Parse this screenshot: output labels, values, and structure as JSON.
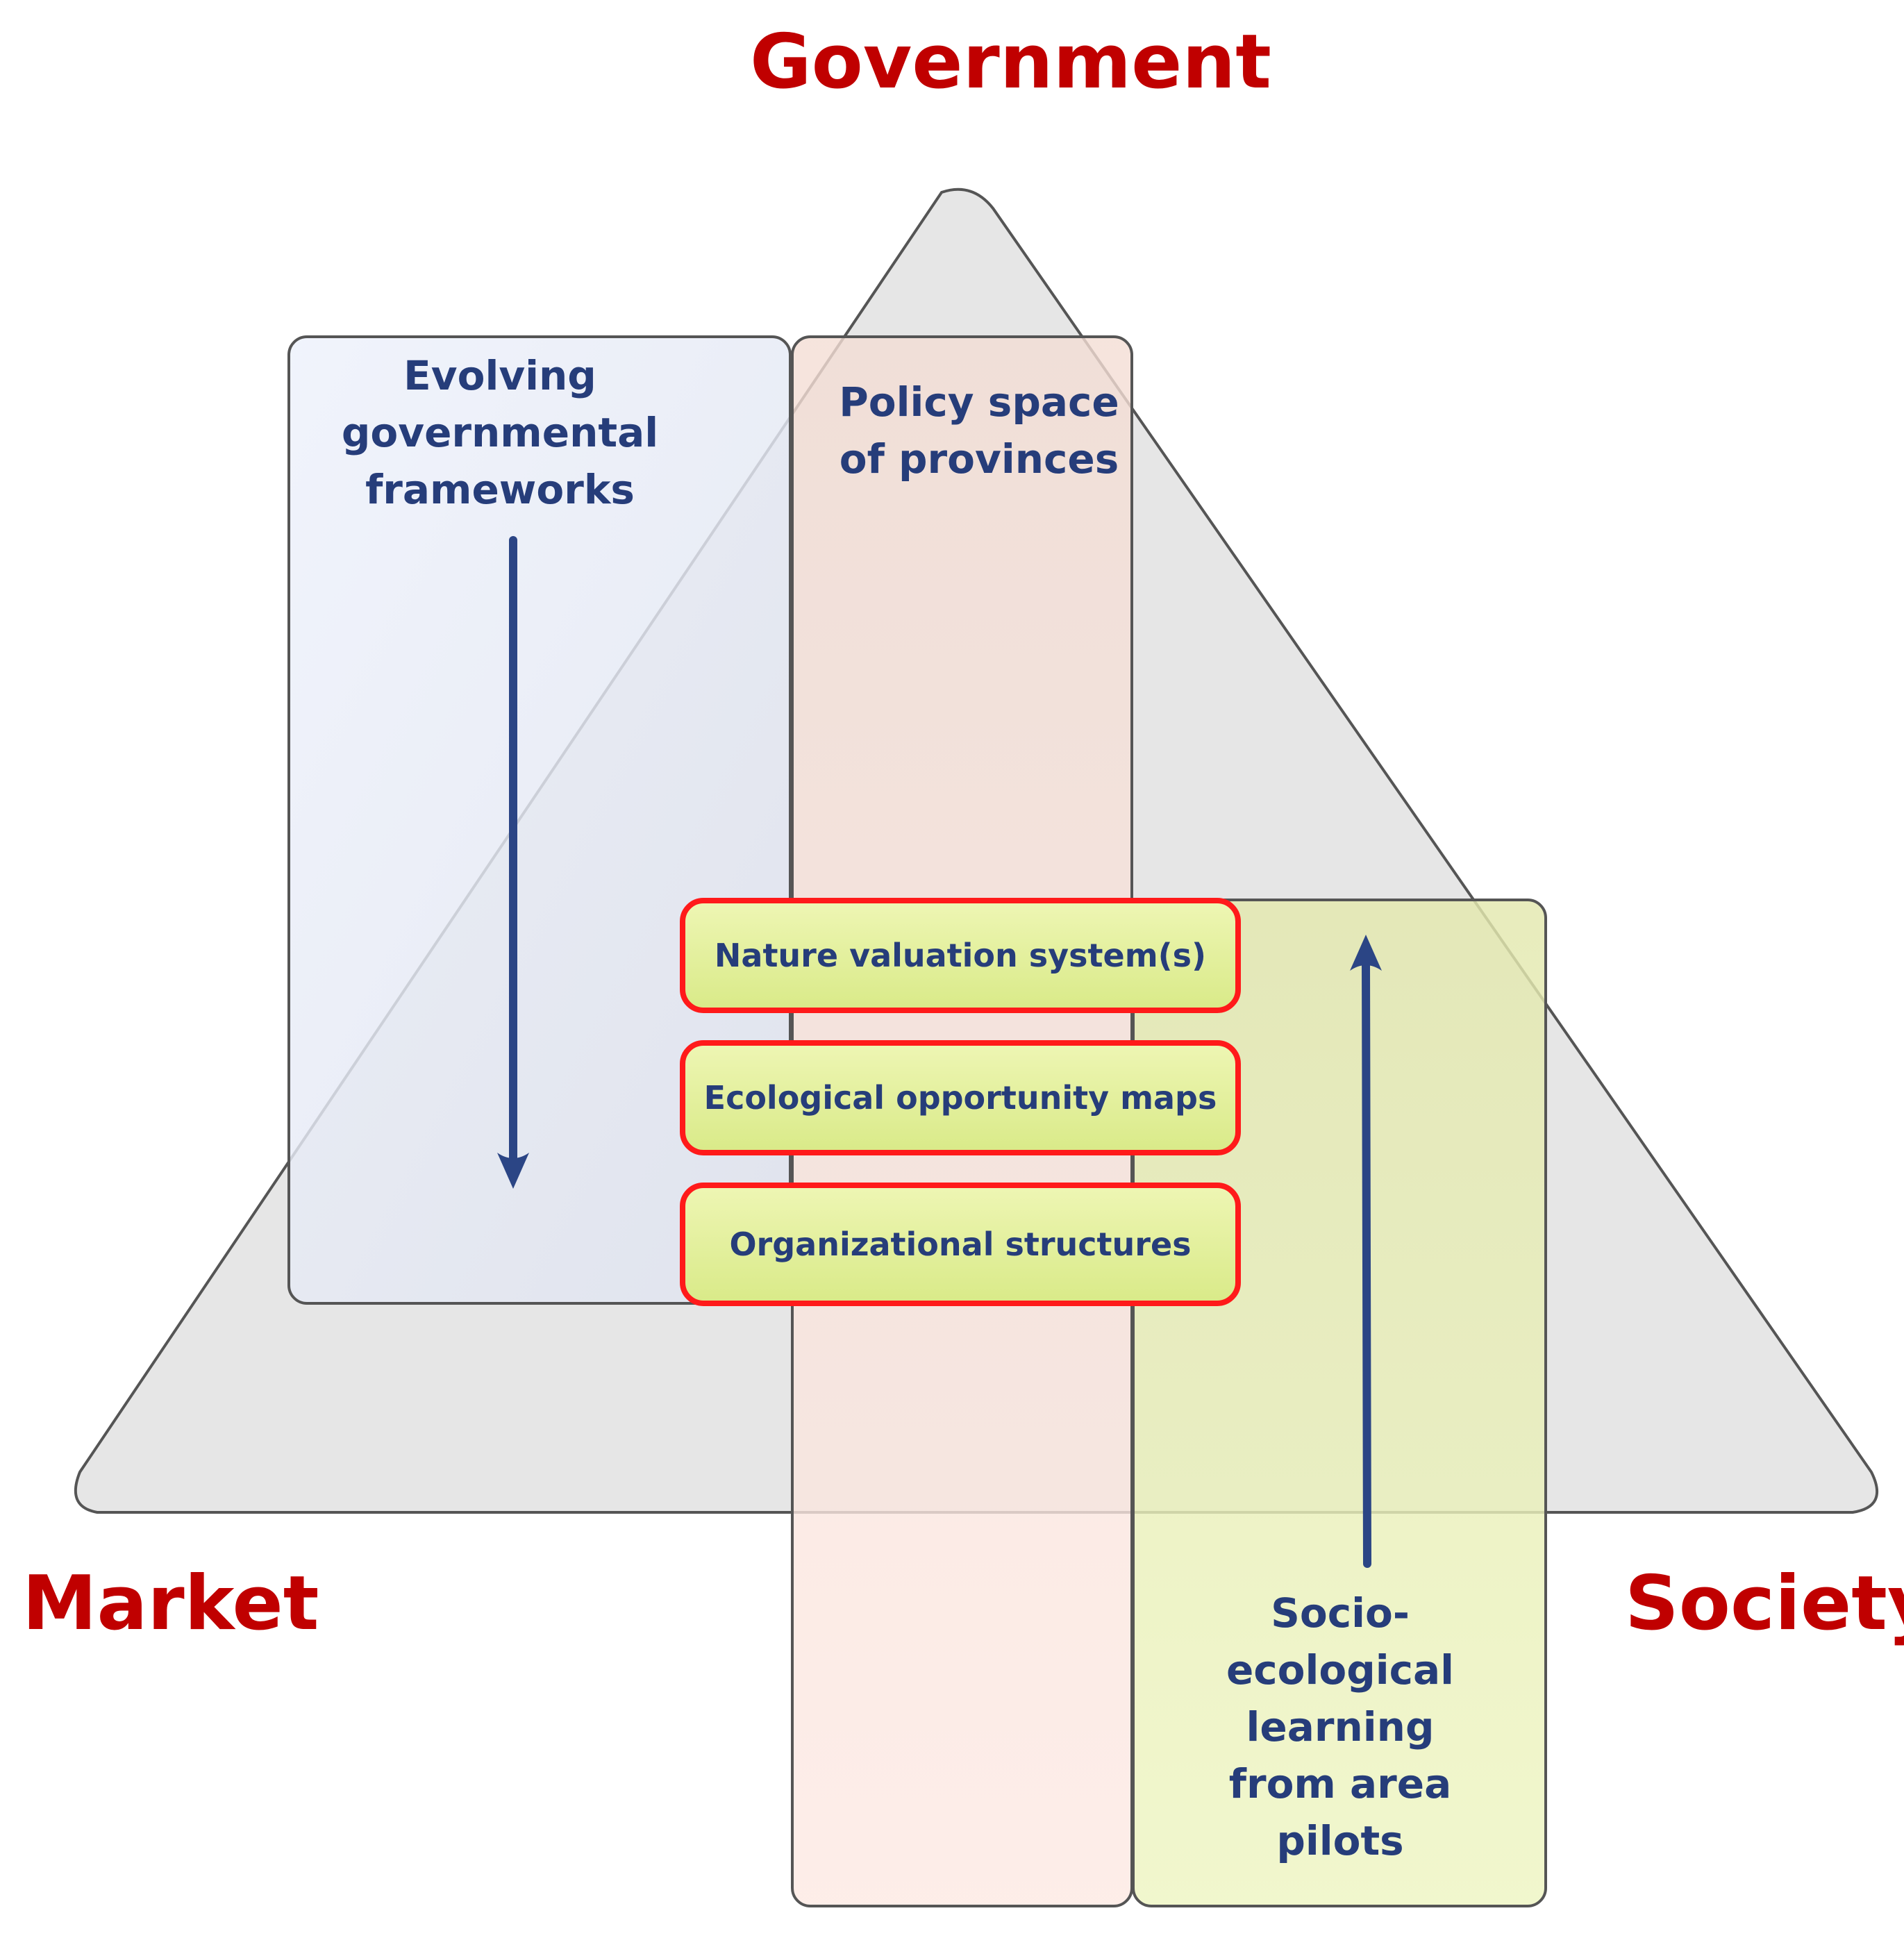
{
  "corners": {
    "top": "Government",
    "left": "Market",
    "right": "Society"
  },
  "panels": {
    "governmental": [
      "Evolving",
      "governmental",
      "frameworks"
    ],
    "provinces": [
      "Policy space",
      "of provinces"
    ],
    "societal": [
      "Socio-",
      "ecological",
      "learning",
      "from area",
      "pilots"
    ]
  },
  "instruments": [
    "Nature valuation system(s)",
    "Ecological opportunity maps",
    "Organizational structures"
  ],
  "colors": {
    "accent_red": "#c00000",
    "text_blue": "#263d7a",
    "arrow_blue": "#2b4585",
    "outline_red": "#ff1a1a",
    "triangle_fill": "#e6e6e6",
    "panel_blue": "#e6eaf6",
    "panel_peach": "#f8e0d8",
    "panel_green": "#e8f0b8",
    "instrument_fill": "#e2f09a"
  }
}
